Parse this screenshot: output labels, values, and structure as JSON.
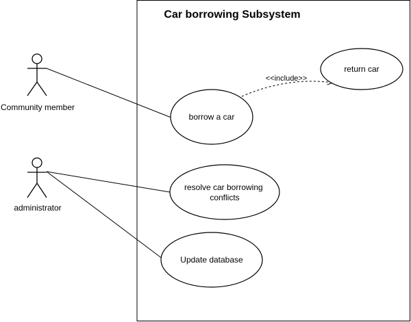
{
  "system": {
    "title": "Car borrowing Subsystem"
  },
  "actors": {
    "community_member": "Community member",
    "administrator": "administrator"
  },
  "use_cases": {
    "borrow_car": "borrow a car",
    "return_car": "return car",
    "resolve_conflicts_line1": "resolve car borrowing",
    "resolve_conflicts_line2": "conflicts",
    "update_database": "Update database"
  },
  "relations": {
    "include_label": "<<include>>"
  },
  "colors": {
    "stroke": "#000000",
    "background": "#ffffff"
  }
}
